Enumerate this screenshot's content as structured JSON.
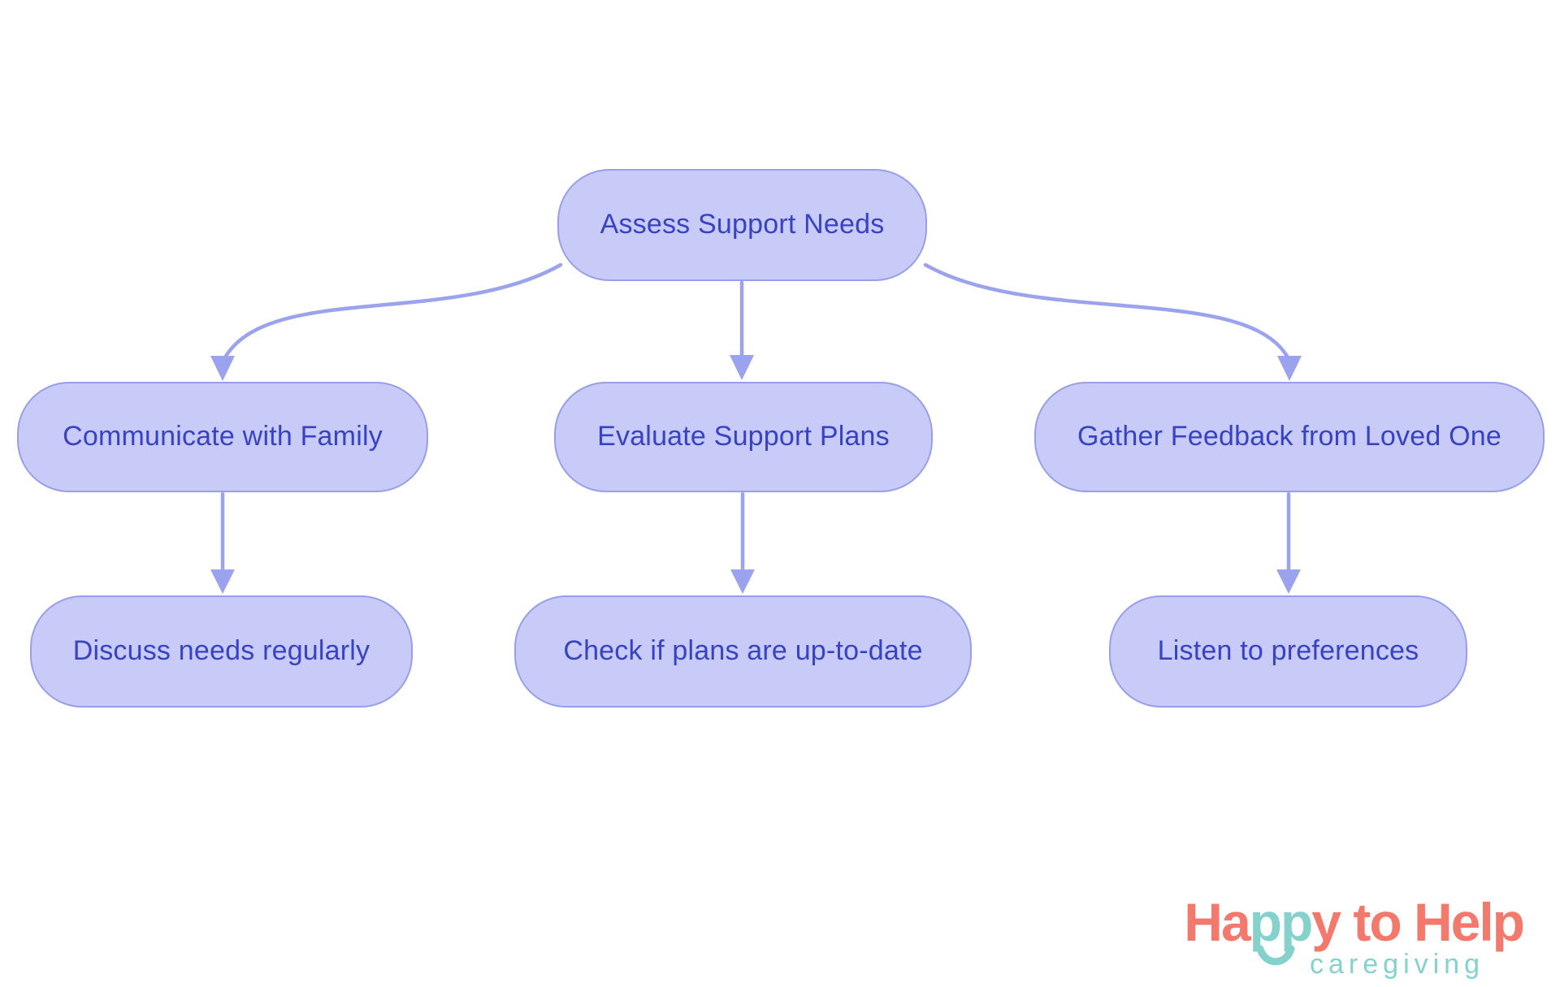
{
  "diagram": {
    "type": "flowchart",
    "direction": "top-down",
    "nodes": [
      {
        "id": "assess",
        "label": "Assess Support Needs",
        "level": 1
      },
      {
        "id": "communicate",
        "label": "Communicate with Family",
        "level": 2
      },
      {
        "id": "evaluate",
        "label": "Evaluate Support Plans",
        "level": 2
      },
      {
        "id": "gather",
        "label": "Gather Feedback from Loved One",
        "level": 2
      },
      {
        "id": "discuss",
        "label": "Discuss needs regularly",
        "level": 3
      },
      {
        "id": "check",
        "label": "Check if plans are up-to-date",
        "level": 3
      },
      {
        "id": "listen",
        "label": "Listen to preferences",
        "level": 3
      }
    ],
    "edges": [
      {
        "from": "assess",
        "to": "communicate"
      },
      {
        "from": "assess",
        "to": "evaluate"
      },
      {
        "from": "assess",
        "to": "gather"
      },
      {
        "from": "communicate",
        "to": "discuss"
      },
      {
        "from": "evaluate",
        "to": "check"
      },
      {
        "from": "gather",
        "to": "listen"
      }
    ],
    "colors": {
      "node_fill": "#c8caf7",
      "node_border": "#989ee9",
      "node_text": "#3743c3",
      "edge": "#9ba2ee",
      "background": "#ffffff"
    }
  },
  "logo": {
    "part1": "Ha",
    "part2": "pp",
    "part3": "y to Help",
    "subtitle": "caregiving",
    "colors": {
      "coral": "#f2796c",
      "teal": "#85d1cb"
    }
  }
}
